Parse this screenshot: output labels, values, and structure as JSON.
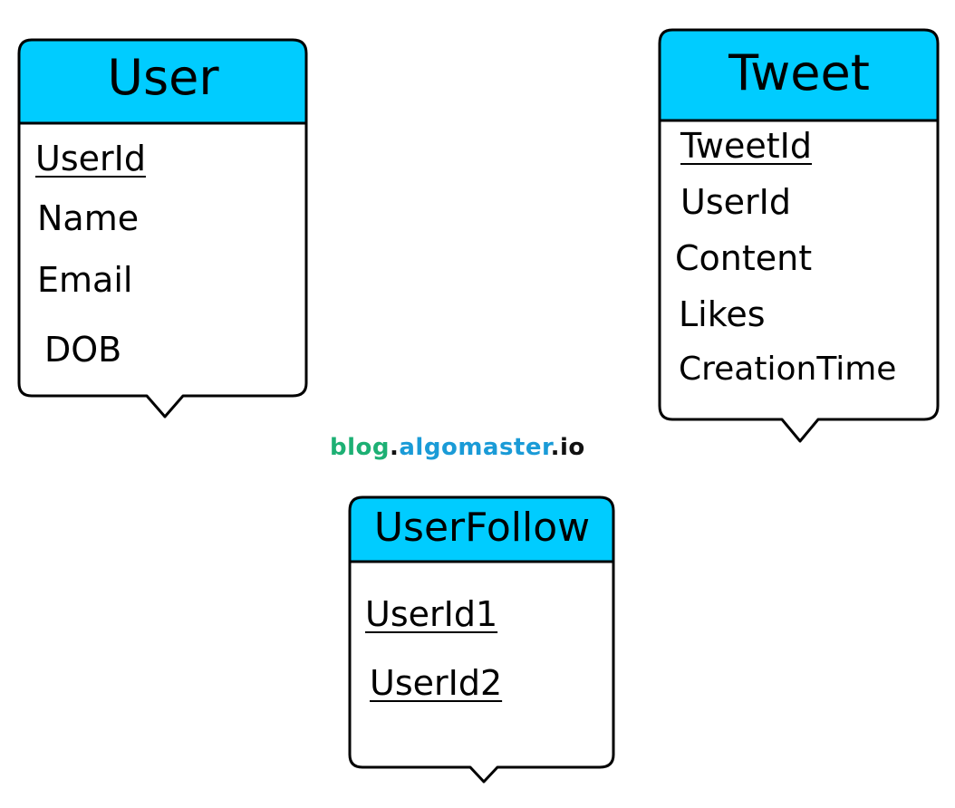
{
  "colors": {
    "header_fill": "#00CCFF",
    "border": "#000000",
    "watermark_blog": "#1DB074",
    "watermark_algomaster": "#1A9BD7",
    "watermark_io": "#111111"
  },
  "entities": {
    "user": {
      "title": "User",
      "fields": [
        "UserId",
        "Name",
        "Email",
        "DOB"
      ],
      "primary_keys": [
        "UserId"
      ]
    },
    "tweet": {
      "title": "Tweet",
      "fields": [
        "TweetId",
        "UserId",
        "Content",
        "Likes",
        "CreationTime"
      ],
      "primary_keys": [
        "TweetId"
      ]
    },
    "userfollow": {
      "title": "UserFollow",
      "fields": [
        "UserId1",
        "UserId2"
      ],
      "primary_keys": [
        "UserId1",
        "UserId2"
      ]
    }
  },
  "watermark": {
    "blog": "blog",
    "dot1": ".",
    "algomaster": "algomaster",
    "dot2": ".",
    "io": "io"
  }
}
